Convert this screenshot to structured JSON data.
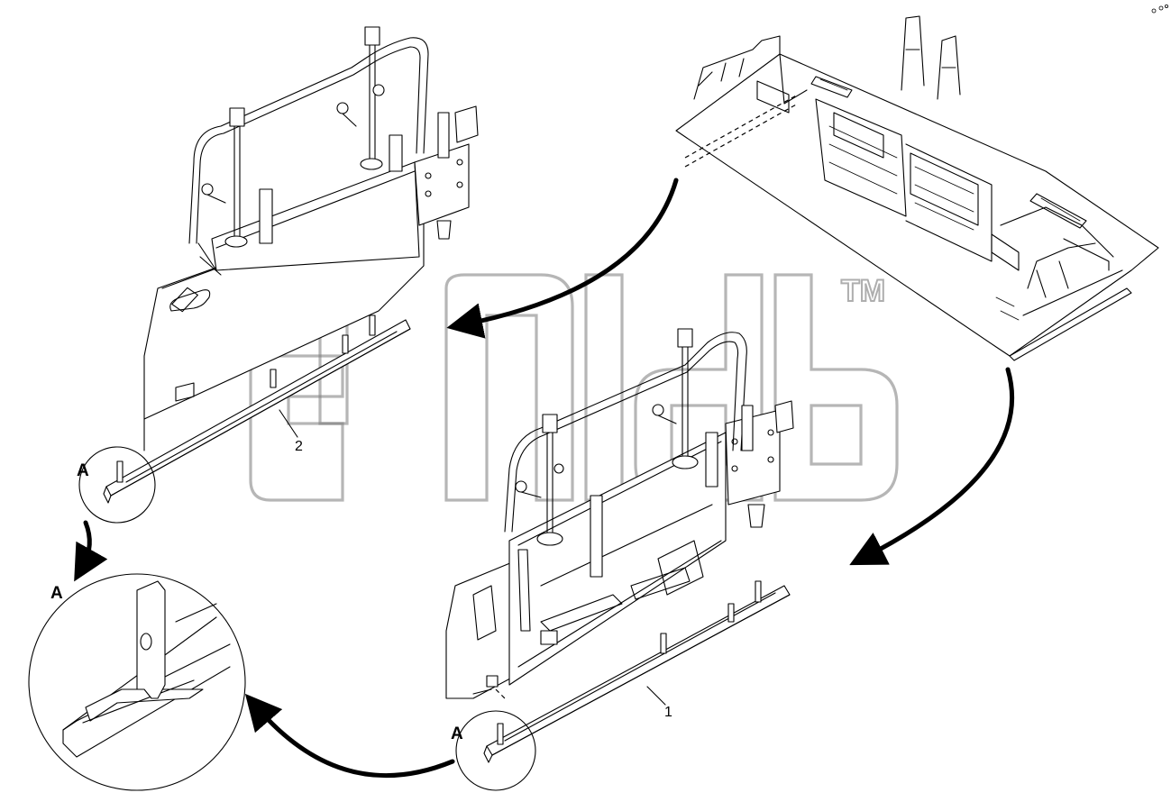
{
  "diagram": {
    "detail_callout_top": "A",
    "detail_callout_bottom": "A",
    "detail_callout_enlarged": "A",
    "part_label_1": "1",
    "part_label_2": "2",
    "watermark_tm": "TM"
  },
  "colors": {
    "line": "#000000",
    "background": "#ffffff",
    "watermark": "#7a7a7a"
  }
}
